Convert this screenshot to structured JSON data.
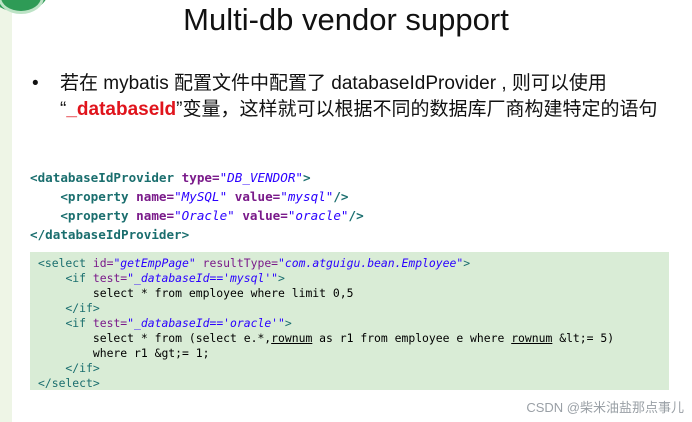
{
  "slide": {
    "title": "Multi-db vendor support",
    "bullet": {
      "marker": "•",
      "part1": "若在 mybatis 配置文件中配置了 databaseIdProvider , 则可以使用 “",
      "highlight": "_databaseId",
      "part2": "”变量，这样就可以根据不同的数据库厂商构建特定的语句"
    }
  },
  "code_block_1": {
    "l1_open": "<databaseIdProvider ",
    "l1_attr": "type=",
    "l1_val": "\"DB_VENDOR\"",
    "l1_close": ">",
    "l2_indent": "    ",
    "l2_open": "<property ",
    "l2_attr1": "name=",
    "l2_val1": "\"MySQL\"",
    "l2_attr2": " value=",
    "l2_val2": "\"mysql\"",
    "l2_close": "/>",
    "l3_indent": "    ",
    "l3_open": "<property ",
    "l3_attr1": "name=",
    "l3_val1": "\"Oracle\"",
    "l3_attr2": " value=",
    "l3_val2": "\"oracle\"",
    "l3_close": "/>",
    "l4": "</databaseIdProvider>"
  },
  "code_block_2": {
    "l1_open": "<select ",
    "l1_attr1": "id=",
    "l1_val1": "\"getEmpPage\"",
    "l1_attr2": " resultType=",
    "l1_val2": "\"com.atguigu.bean.Employee\"",
    "l1_close": ">",
    "l2_indent": "    ",
    "l2_open": "<if ",
    "l2_attr": "test=",
    "l2_val": "\"_databaseId=='mysql'\"",
    "l2_close": ">",
    "l3": "        select * from employee where limit 0,5",
    "l4": "    </if>",
    "l5_indent": "    ",
    "l5_open": "<if ",
    "l5_attr": "test=",
    "l5_val": "\"_databaseId=='oracle'\"",
    "l5_close": ">",
    "l6_a": "        select * from (select e.*,",
    "l6_rownum1": "rownum",
    "l6_b": " as r1 from employee e where ",
    "l6_rownum2": "rownum",
    "l6_c": " &lt;= 5)",
    "l7": "        where r1 &gt;= 1;",
    "l8": "    </if>",
    "l9": "</select>"
  },
  "watermark": "CSDN @柴米油盐那点事儿",
  "colors": {
    "highlight": "#e0141c",
    "code_bg": "#d9ecd6",
    "tag": "#1a6e6e",
    "attr": "#7a1a8a",
    "value": "#2a00ff",
    "corner_accent": "#2e9b56"
  }
}
